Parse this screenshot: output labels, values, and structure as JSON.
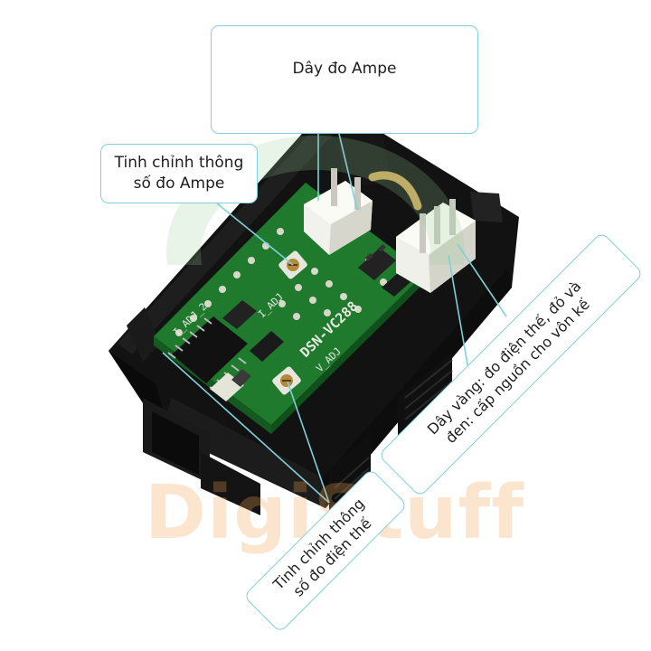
{
  "watermark": {
    "text": "DigiStuff"
  },
  "callouts": {
    "ampe_wire": {
      "text": "Dây đo Ampe"
    },
    "ampe_adjust": {
      "line1": "Tinh chỉnh thông",
      "line2": "số đo Ampe"
    },
    "volt_adjust": {
      "line1": "Tinh chỉnh thông",
      "line2": "số đo điện thế"
    },
    "volt_wire": {
      "line1": "Dây vàng: đo điện thế, đỏ và",
      "line2": "đen: cấp nguồn cho vôn kế"
    }
  },
  "board": {
    "label_model": "DSN-VC288",
    "label_i_adj": "I_ADJ",
    "label_i_adj_2": "I_ADJ_2",
    "label_v_adj": "V_ADJ"
  },
  "colors": {
    "callout_border": "#7fd0dc",
    "pcb_green": "#1f7a2e",
    "case_black": "#151515",
    "connector_white": "#f2f2ec",
    "watermark_orange": "#f5a050"
  }
}
